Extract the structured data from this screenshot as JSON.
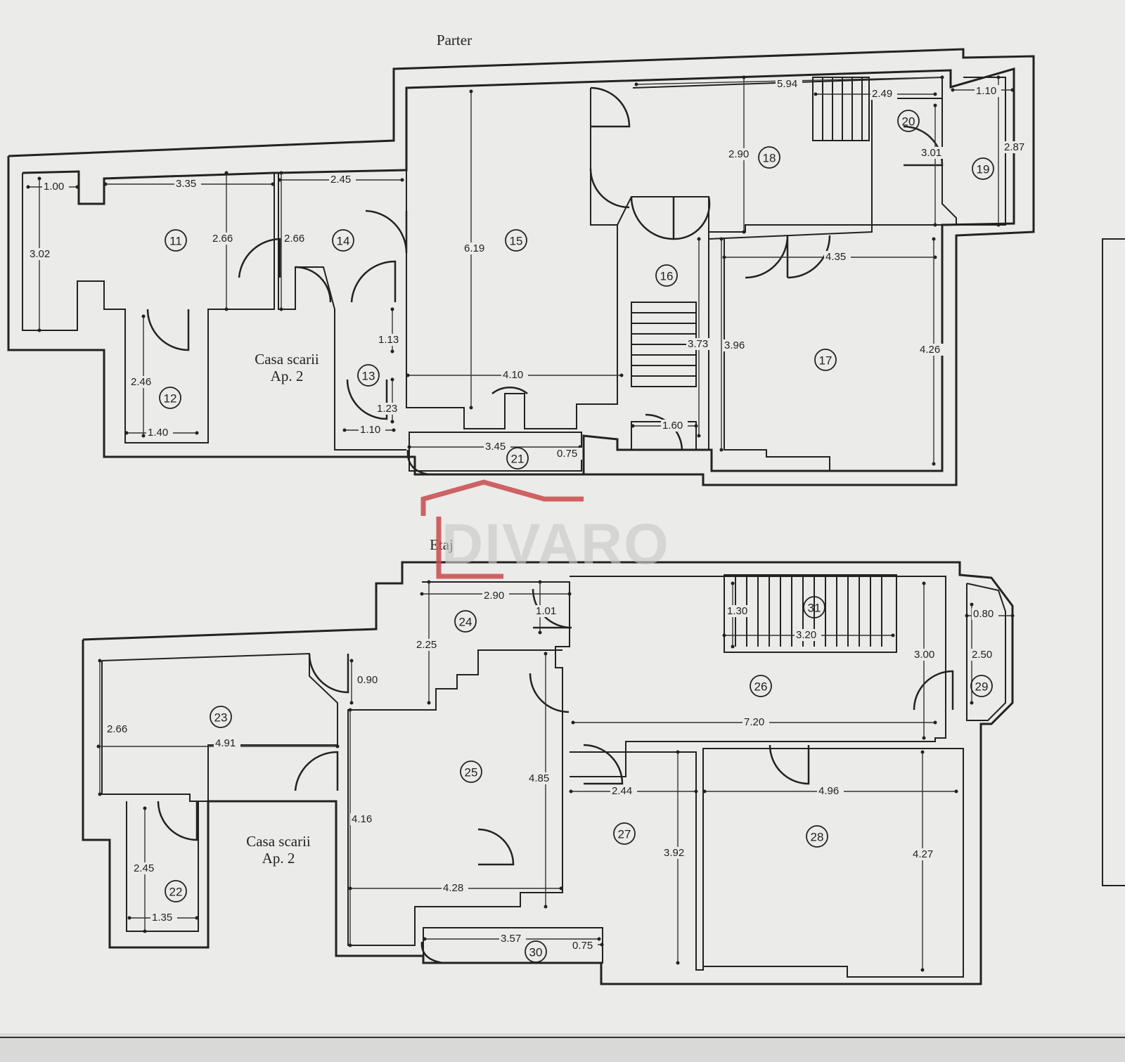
{
  "floors": [
    {
      "label": "Parter"
    },
    {
      "label": "Etaj"
    }
  ],
  "stair_label": {
    "line1": "Casa scarii",
    "line2": "Ap. 2"
  },
  "watermark": {
    "text": "DIVARO",
    "color": "#c94b4b"
  },
  "rooms": [
    {
      "id": "11"
    },
    {
      "id": "12"
    },
    {
      "id": "13"
    },
    {
      "id": "14"
    },
    {
      "id": "15"
    },
    {
      "id": "16"
    },
    {
      "id": "17"
    },
    {
      "id": "18"
    },
    {
      "id": "19"
    },
    {
      "id": "20"
    },
    {
      "id": "21"
    },
    {
      "id": "22"
    },
    {
      "id": "23"
    },
    {
      "id": "24"
    },
    {
      "id": "25"
    },
    {
      "id": "26"
    },
    {
      "id": "27"
    },
    {
      "id": "28"
    },
    {
      "id": "29"
    },
    {
      "id": "30"
    },
    {
      "id": "31"
    }
  ],
  "dimensions": [
    "1.00",
    "3.35",
    "2.45",
    "3.02",
    "2.66",
    "2.66",
    "6.19",
    "2.46",
    "1.13",
    "1.23",
    "1.10",
    "1.40",
    "4.10",
    "3.45",
    "0.75",
    "5.94",
    "2.49",
    "1.10",
    "2.90",
    "3.01",
    "2.87",
    "4.35",
    "3.73",
    "3.96",
    "4.26",
    "1.60",
    "2.90",
    "1.01",
    "2.25",
    "0.90",
    "2.66",
    "4.91",
    "2.45",
    "1.35",
    "4.16",
    "4.85",
    "4.28",
    "3.57",
    "0.75",
    "1.30",
    "3.20",
    "0.80",
    "3.00",
    "2.50",
    "7.20",
    "2.44",
    "4.96",
    "3.92",
    "4.27"
  ]
}
